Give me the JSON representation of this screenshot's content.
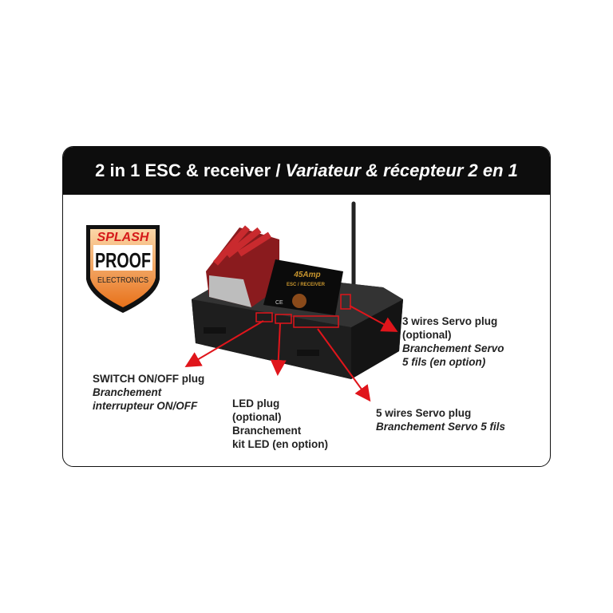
{
  "header": {
    "title_en": "2 in 1 ESC & receiver /",
    "title_fr": "Variateur & récepteur 2 en 1"
  },
  "logo": {
    "line1": "SPLASH",
    "line2": "PROOF",
    "line3": "ELECTRONICS"
  },
  "device": {
    "label_amp": "45Amp",
    "label_type": "ESC / RECEIVER",
    "mark": "CE"
  },
  "callouts": {
    "switch": {
      "en": "SWITCH ON/OFF plug",
      "fr1": "Branchement",
      "fr2": "interrupteur ON/OFF"
    },
    "led": {
      "en1": "LED plug",
      "en2": "(optional)",
      "fr1": "Branchement",
      "fr2": "kit LED (en option)"
    },
    "servo3": {
      "en1": "3 wires Servo plug",
      "en2": "(optional)",
      "fr1": "Branchement Servo",
      "fr2": "5 fils (en option)"
    },
    "servo5": {
      "en": "5 wires Servo plug",
      "fr": "Branchement Servo 5 fils"
    }
  },
  "colors": {
    "accent": "#e0151b",
    "header_bg": "#0d0d0d",
    "shield": "#f08a24"
  }
}
